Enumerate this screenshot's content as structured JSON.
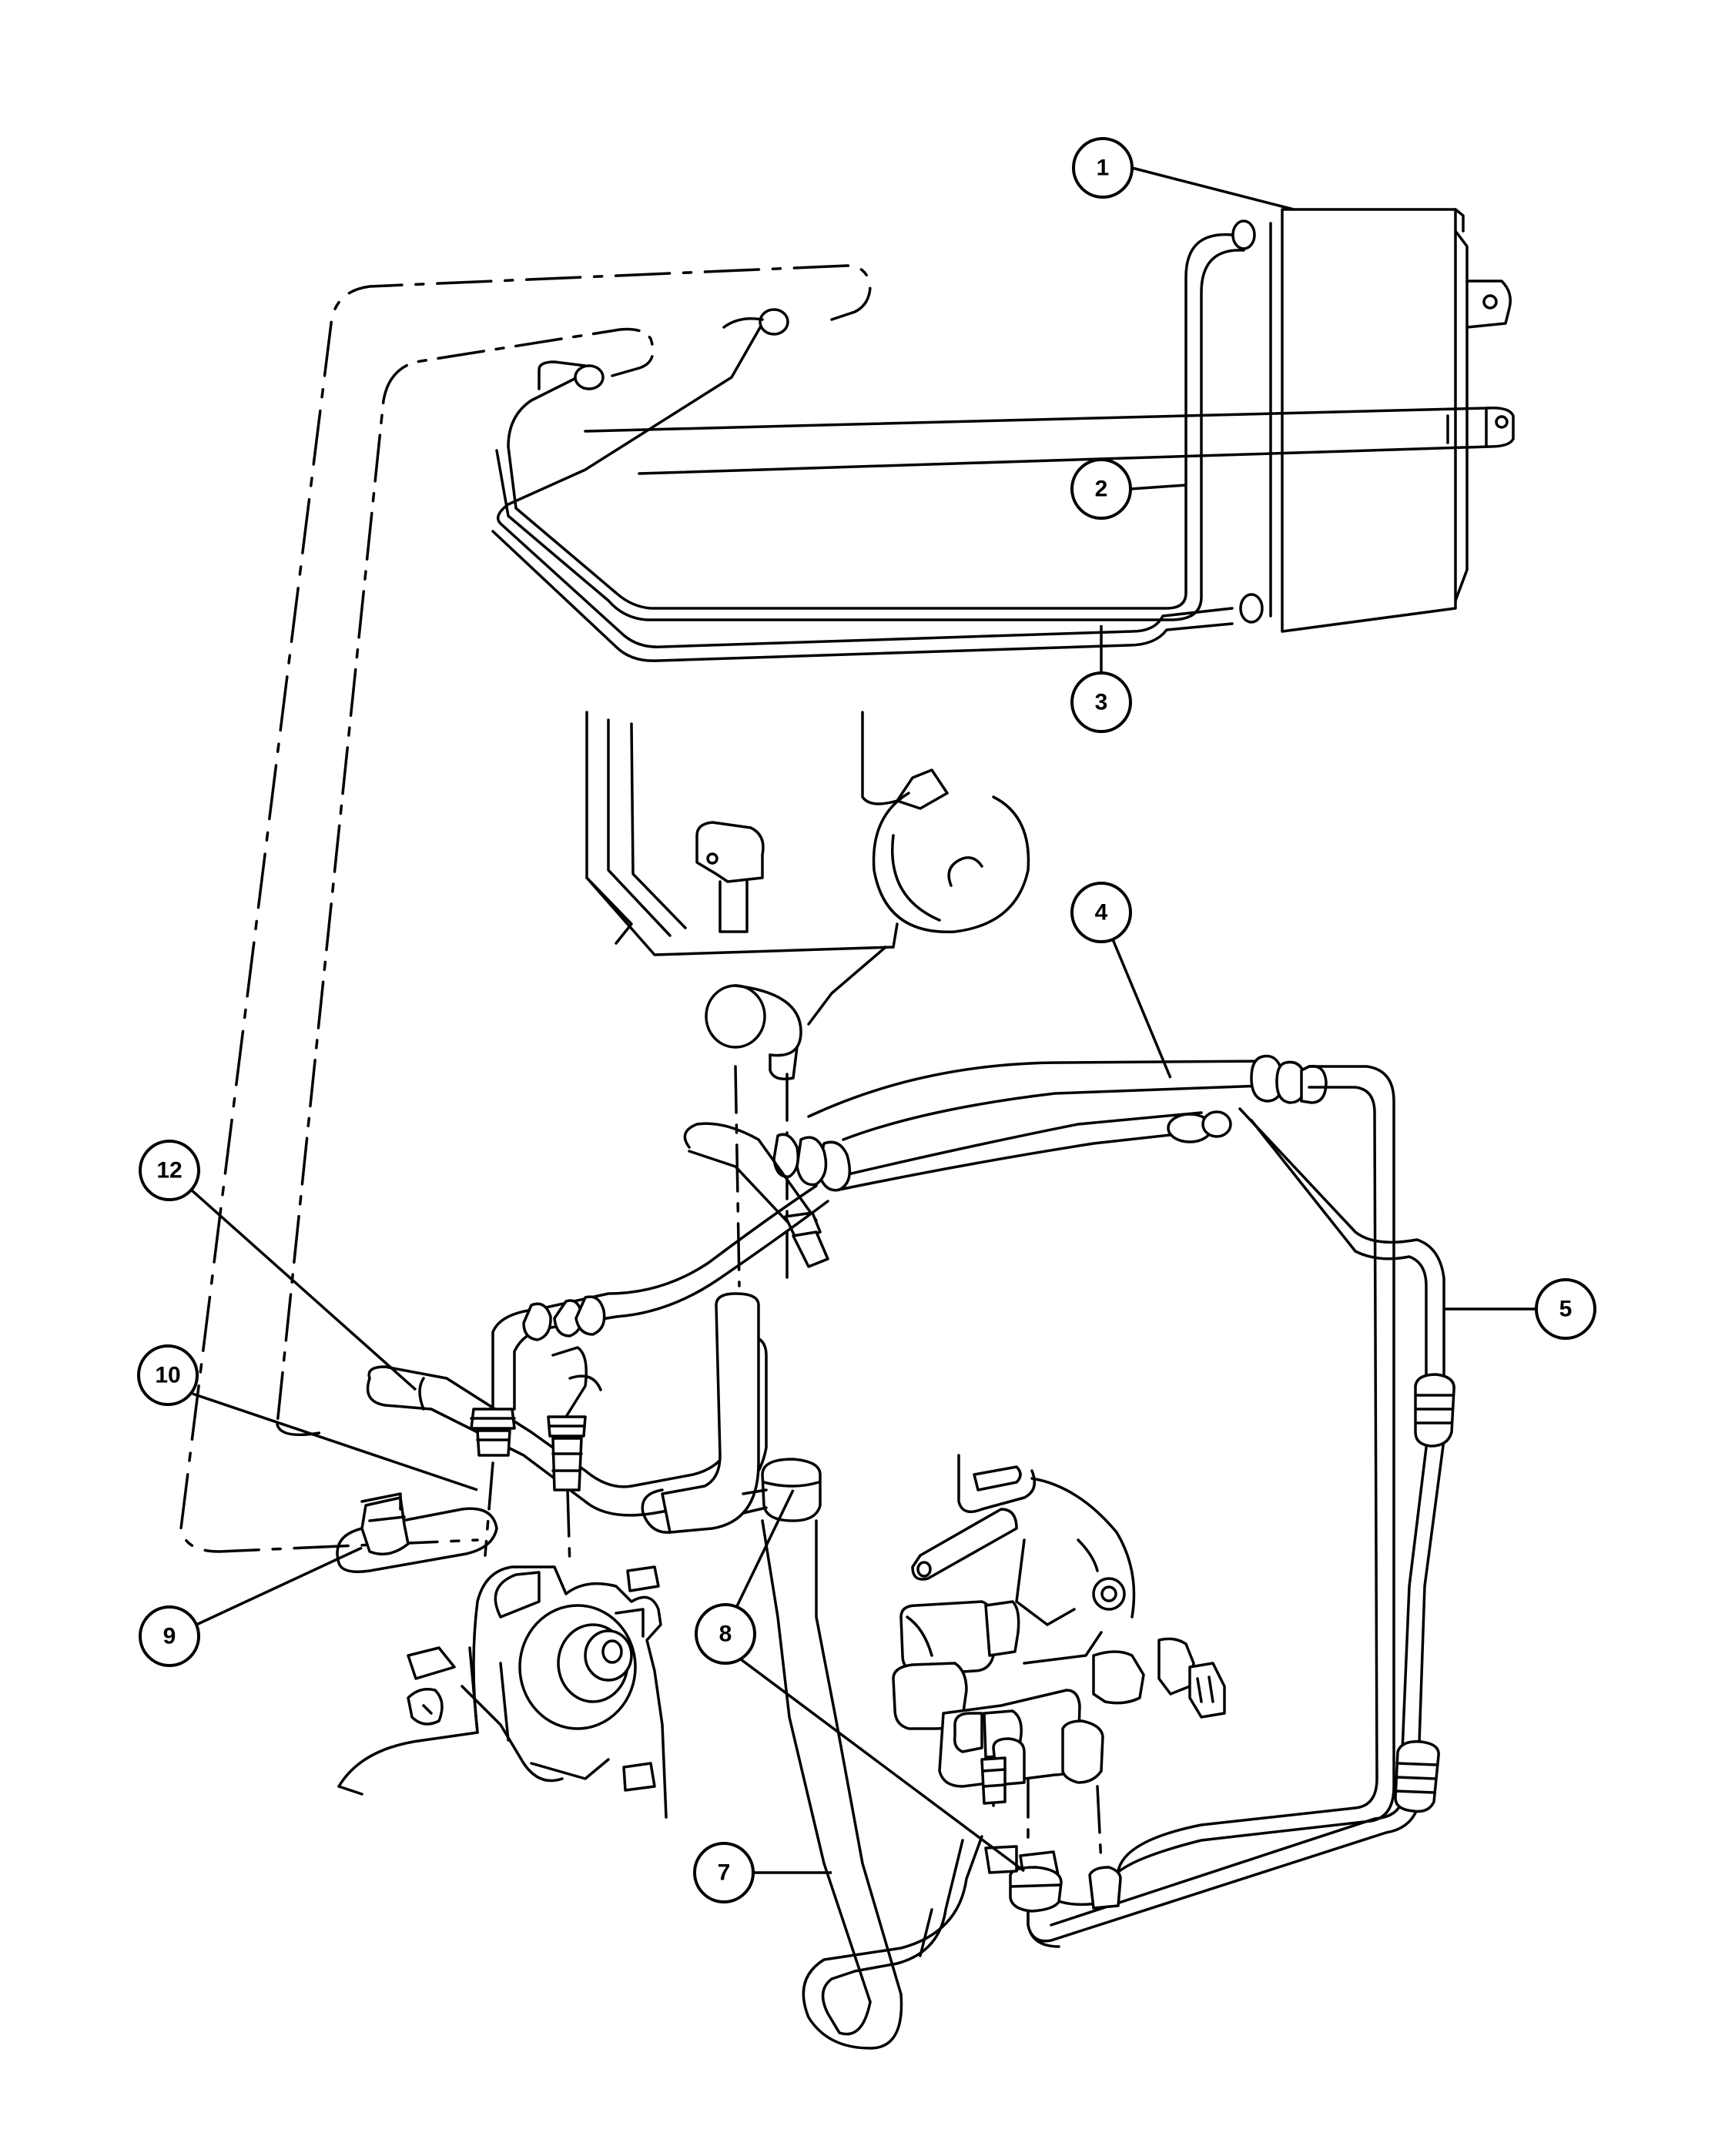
{
  "callouts": [
    {
      "id": "c1",
      "label": "1"
    },
    {
      "id": "c2",
      "label": "2"
    },
    {
      "id": "c3",
      "label": "3"
    },
    {
      "id": "c4",
      "label": "4"
    },
    {
      "id": "c5",
      "label": "5"
    },
    {
      "id": "c7",
      "label": "7"
    },
    {
      "id": "c8",
      "label": "8"
    },
    {
      "id": "c9",
      "label": "9"
    },
    {
      "id": "c10",
      "label": "10"
    },
    {
      "id": "c12",
      "label": "12"
    }
  ],
  "colors": {
    "line": "#000000",
    "background": "#ffffff"
  }
}
